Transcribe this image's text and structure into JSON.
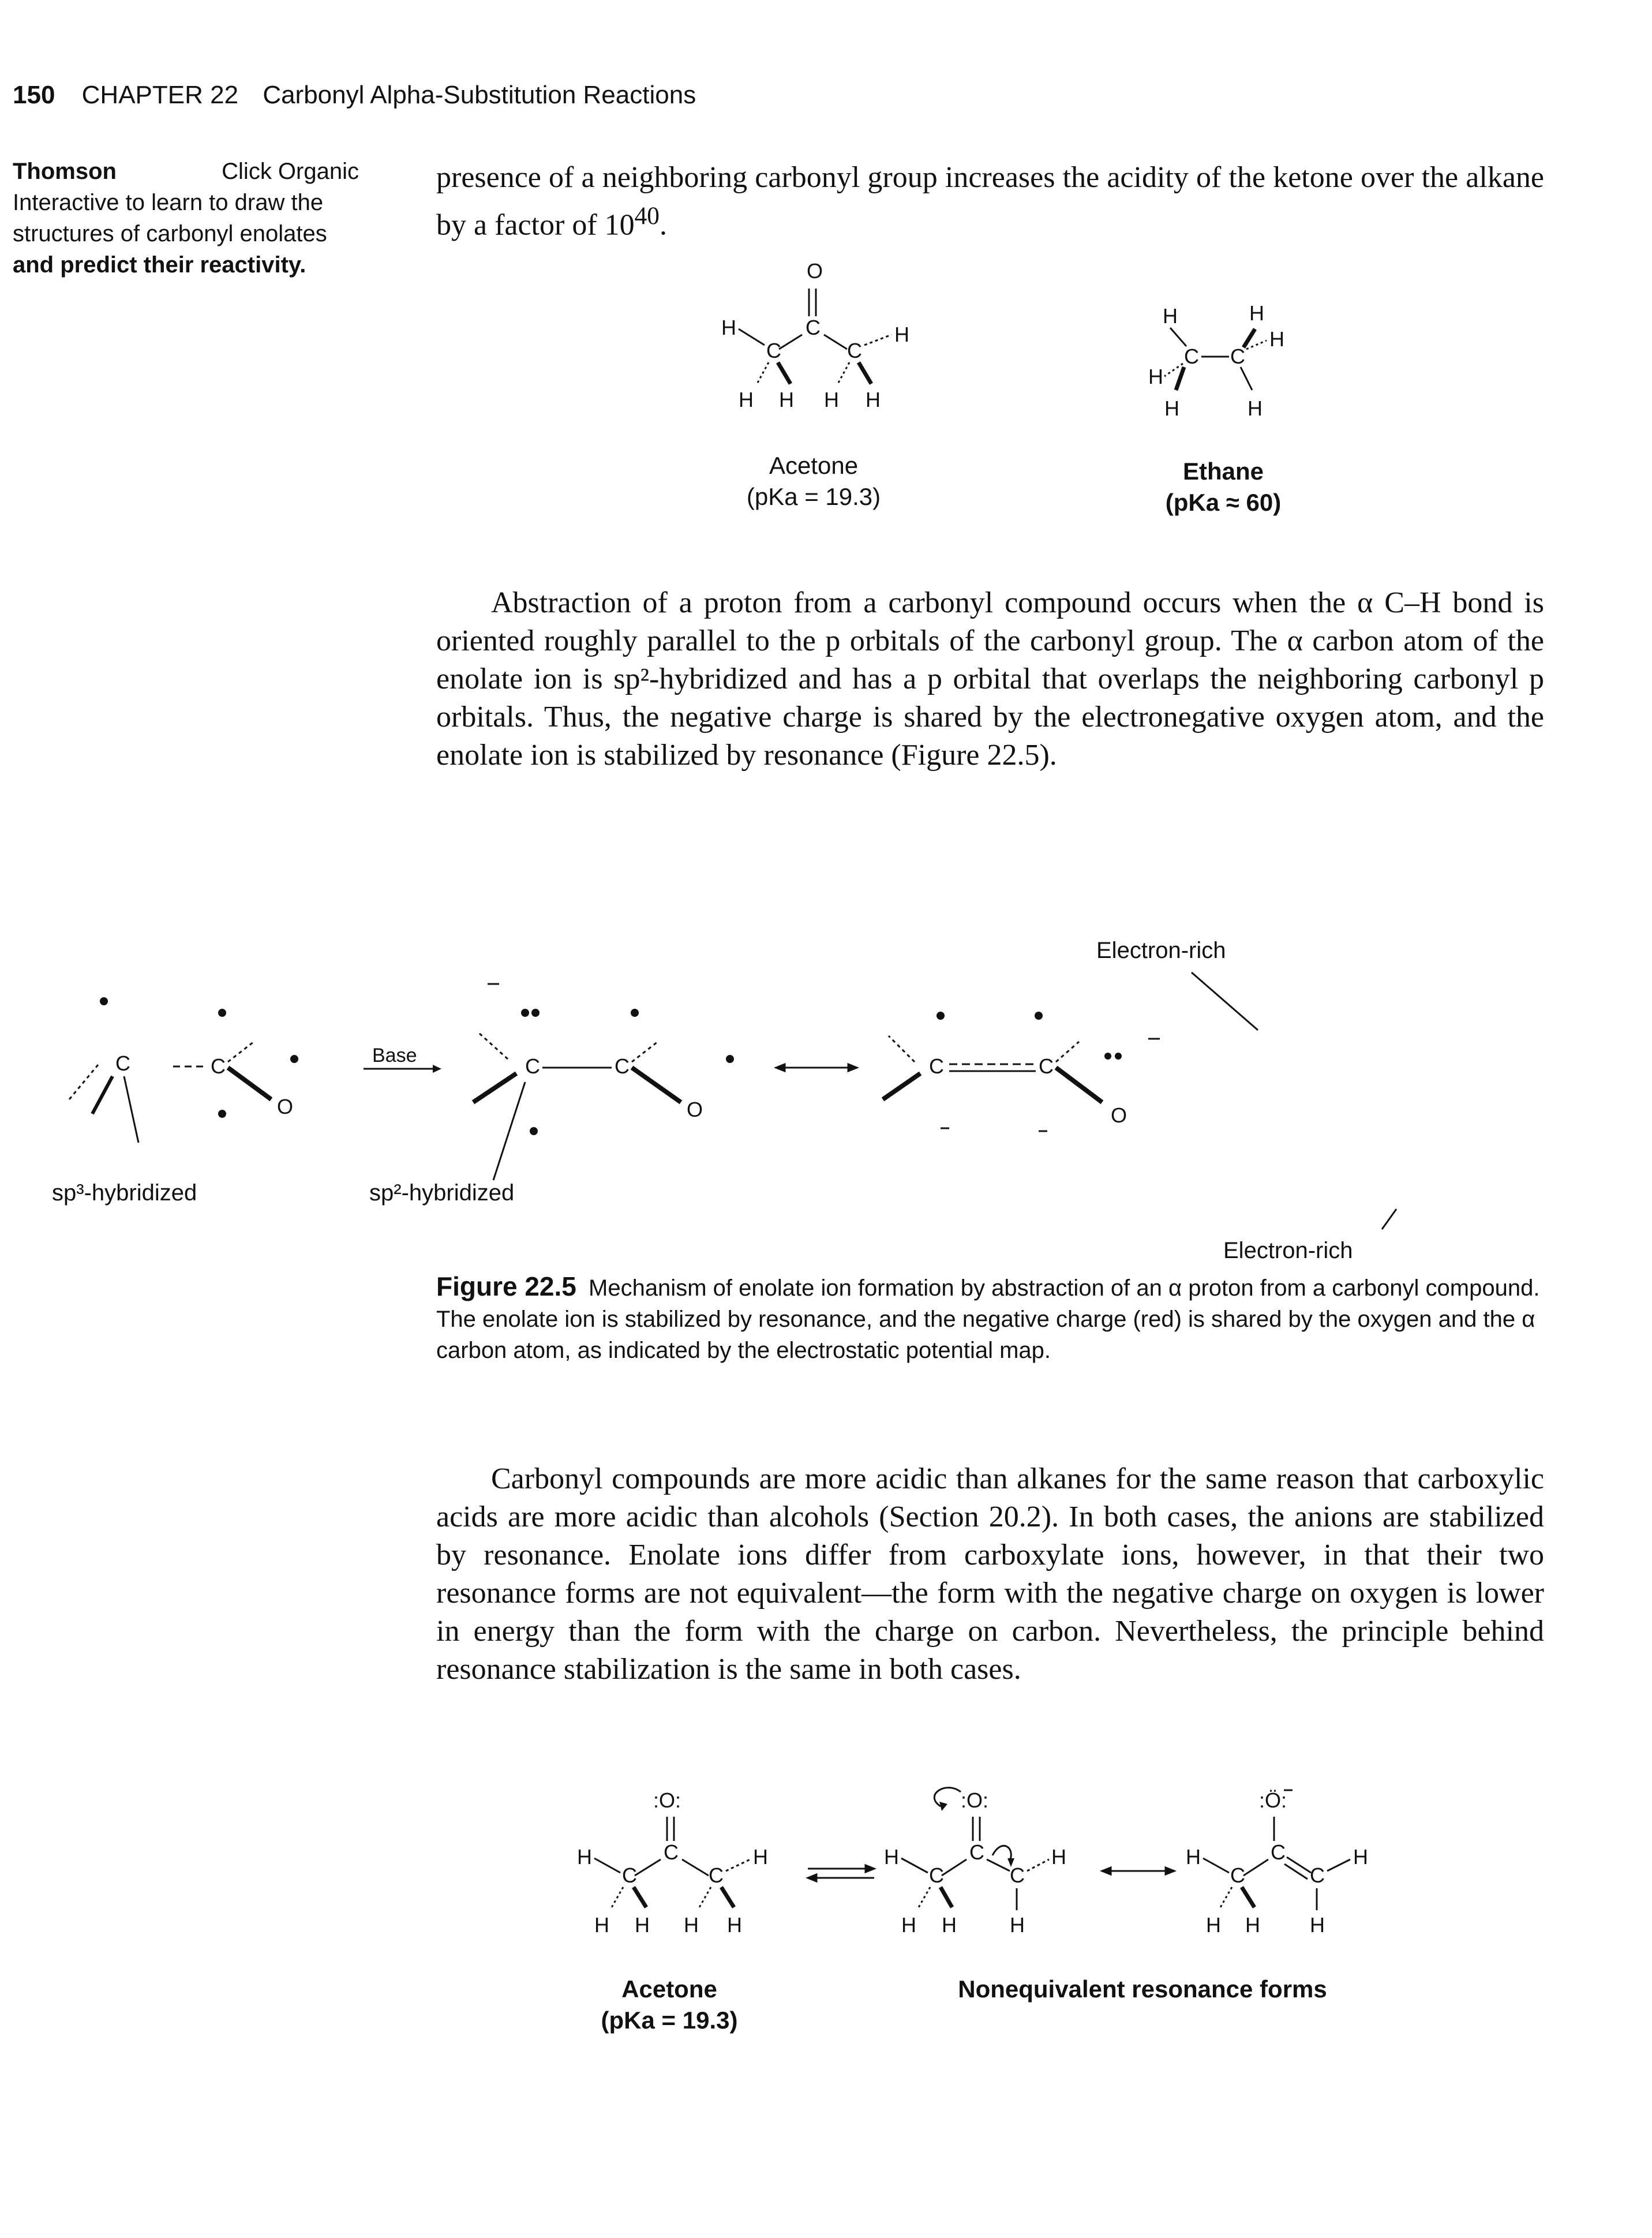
{
  "header": {
    "page_number": "150",
    "chapter": "CHAPTER 22",
    "title": "Carbonyl Alpha-Substitution Reactions"
  },
  "sidenote": {
    "brand": "Thomson",
    "line1_right": "Click Organic",
    "line2": "Interactive to learn to draw the",
    "line3": "structures of carbonyl enolates",
    "line4": "and predict their reactivity."
  },
  "paragraph1": {
    "text": "presence of a neighboring carbonyl group increases the acidity of the ketone over the alkane by a factor of 10",
    "exponent": "40",
    "end": "."
  },
  "structures_top": {
    "acetone_name": "Acetone",
    "acetone_pka": "(pKa = 19.3)",
    "ethane_name": "Ethane",
    "ethane_pka": "(pKa ≈ 60)"
  },
  "paragraph2": {
    "text": "Abstraction of a proton from a carbonyl compound occurs when the α C–H bond is oriented roughly parallel to the p orbitals of the carbonyl group. The α carbon atom of the enolate ion is sp²-hybridized and has a p orbital that overlaps the neighboring carbonyl p orbitals. Thus, the negative charge is shared by the electronegative oxygen atom, and the enolate ion is stabilized by resonance (Figure 22.5)."
  },
  "figure": {
    "label_electron_rich_top": "Electron-rich",
    "label_electron_rich_bottom": "Electron-rich",
    "label_base": "Base",
    "label_sp3": "sp³-hybridized",
    "label_sp2": "sp²-hybridized",
    "atom_C": "C",
    "atom_O": "O"
  },
  "caption": {
    "number": "Figure 22.5",
    "text": "Mechanism of enolate ion formation by abstraction of an α proton from a carbonyl compound. The enolate ion is stabilized by resonance, and the negative charge (red) is shared by the oxygen and the α carbon atom, as indicated by the electrostatic potential map."
  },
  "paragraph3": {
    "text": "Carbonyl compounds are more acidic than alkanes for the same reason that carboxylic acids are more acidic than alcohols (Section 20.2). In both cases, the anions are stabilized by resonance. Enolate ions differ from carboxylate ions, however, in that their two resonance forms are not equivalent—the form with the negative charge on oxygen is lower in energy than the form with the charge on carbon. Nevertheless, the principle behind resonance stabilization is the same in both cases."
  },
  "structures_bottom": {
    "acetone_name": "Acetone",
    "acetone_pka": "(pKa = 19.3)",
    "resonance_label": "Nonequivalent resonance forms"
  },
  "atoms": {
    "H": "H",
    "C": "C",
    "O": "O",
    "O_lp": ":O:",
    "O_neg": ":Ö:"
  }
}
